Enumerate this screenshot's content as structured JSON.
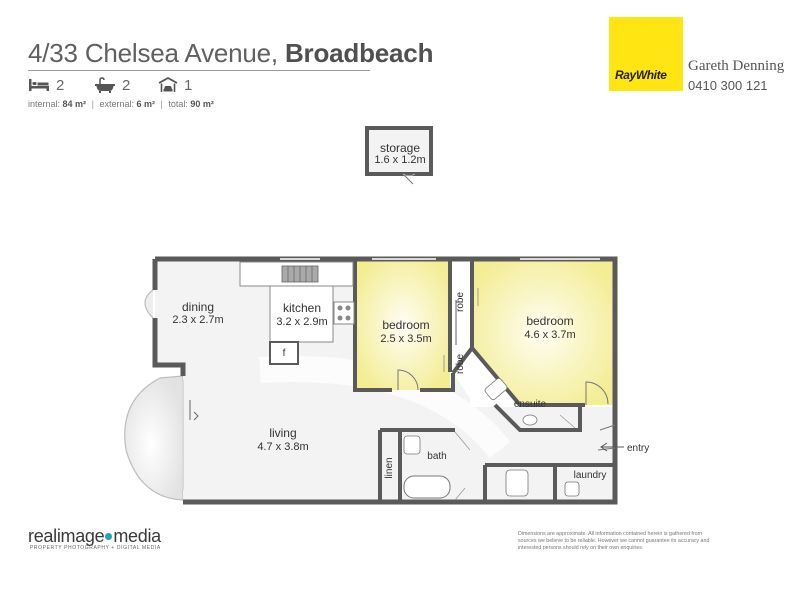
{
  "listing": {
    "address": "4/33 Chelsea Avenue,",
    "suburb": "Broadbeach",
    "bedrooms": "2",
    "bathrooms": "2",
    "parking": "1",
    "internal_label": "internal:",
    "internal_value": "84 m²",
    "external_label": "external:",
    "external_value": "6 m²",
    "total_label": "total:",
    "total_value": "90 m²"
  },
  "agency": {
    "logo_text": "RayWhite",
    "agent_name": "Gareth Denning",
    "agent_phone": "0410 300 121",
    "brand_color": "#ffe512"
  },
  "rooms": {
    "storage": {
      "label": "storage",
      "dims": "1.6 x 1.2m"
    },
    "dining": {
      "label": "dining",
      "dims": "2.3 x 2.7m"
    },
    "kitchen": {
      "label": "kitchen",
      "dims": "3.2 x 2.9m"
    },
    "bedroom2": {
      "label": "bedroom",
      "dims": "2.5 x 3.5m"
    },
    "bedroom1": {
      "label": "bedroom",
      "dims": "4.6 x 3.7m"
    },
    "living": {
      "label": "living",
      "dims": "4.7 x 3.8m"
    },
    "robe_upper": "robe",
    "robe_lower": "robe",
    "ensuite": "ensuite",
    "linen": "linen",
    "bath": "bath",
    "laundry": "laundry",
    "entry": "entry",
    "fridge": "f"
  },
  "footer": {
    "brand_left": "realimage",
    "brand_right": "media",
    "tagline": "PROPERTY PHOTOGRAPHY + DIGITAL MEDIA",
    "disclaimer": "Dimensions are approximate. All information contained herein is gathered from sources we believe to be reliable. However we cannot guarantee its accuracy and interested persons should rely on their own enquiries."
  },
  "colors": {
    "bedroom_fill": "#f3ee9a",
    "wall": "#5a5a5a",
    "floor": "#f3f3f3"
  }
}
